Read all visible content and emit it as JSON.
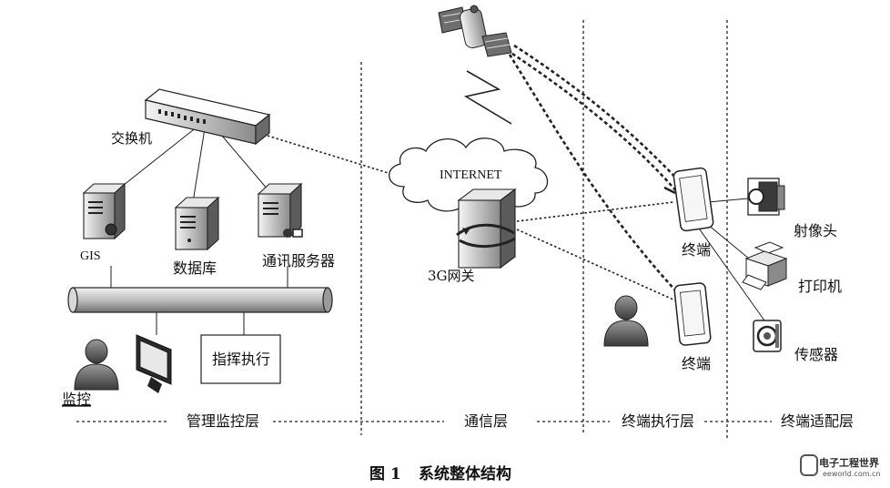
{
  "labels": {
    "switch": "交换机",
    "gis": "GIS",
    "database": "数据库",
    "comm_server": "通讯服务器",
    "internet": "INTERNET",
    "gateway_3g": "3G网关",
    "terminal_top": "终端",
    "terminal_bottom": "终端",
    "camera": "射像头",
    "printer": "打印机",
    "sensor": "传感器",
    "monitor": "监控",
    "command_exec": "指挥执行"
  },
  "layers": {
    "management": "管理监控层",
    "communication": "通信层",
    "terminal_exec": "终端执行层",
    "terminal_adapt": "终端适配层"
  },
  "caption": {
    "figure_no": "图 1",
    "title": "系统整体结构"
  },
  "watermark": {
    "name": "电子工程世界",
    "url": "eeworld.com.cn"
  }
}
